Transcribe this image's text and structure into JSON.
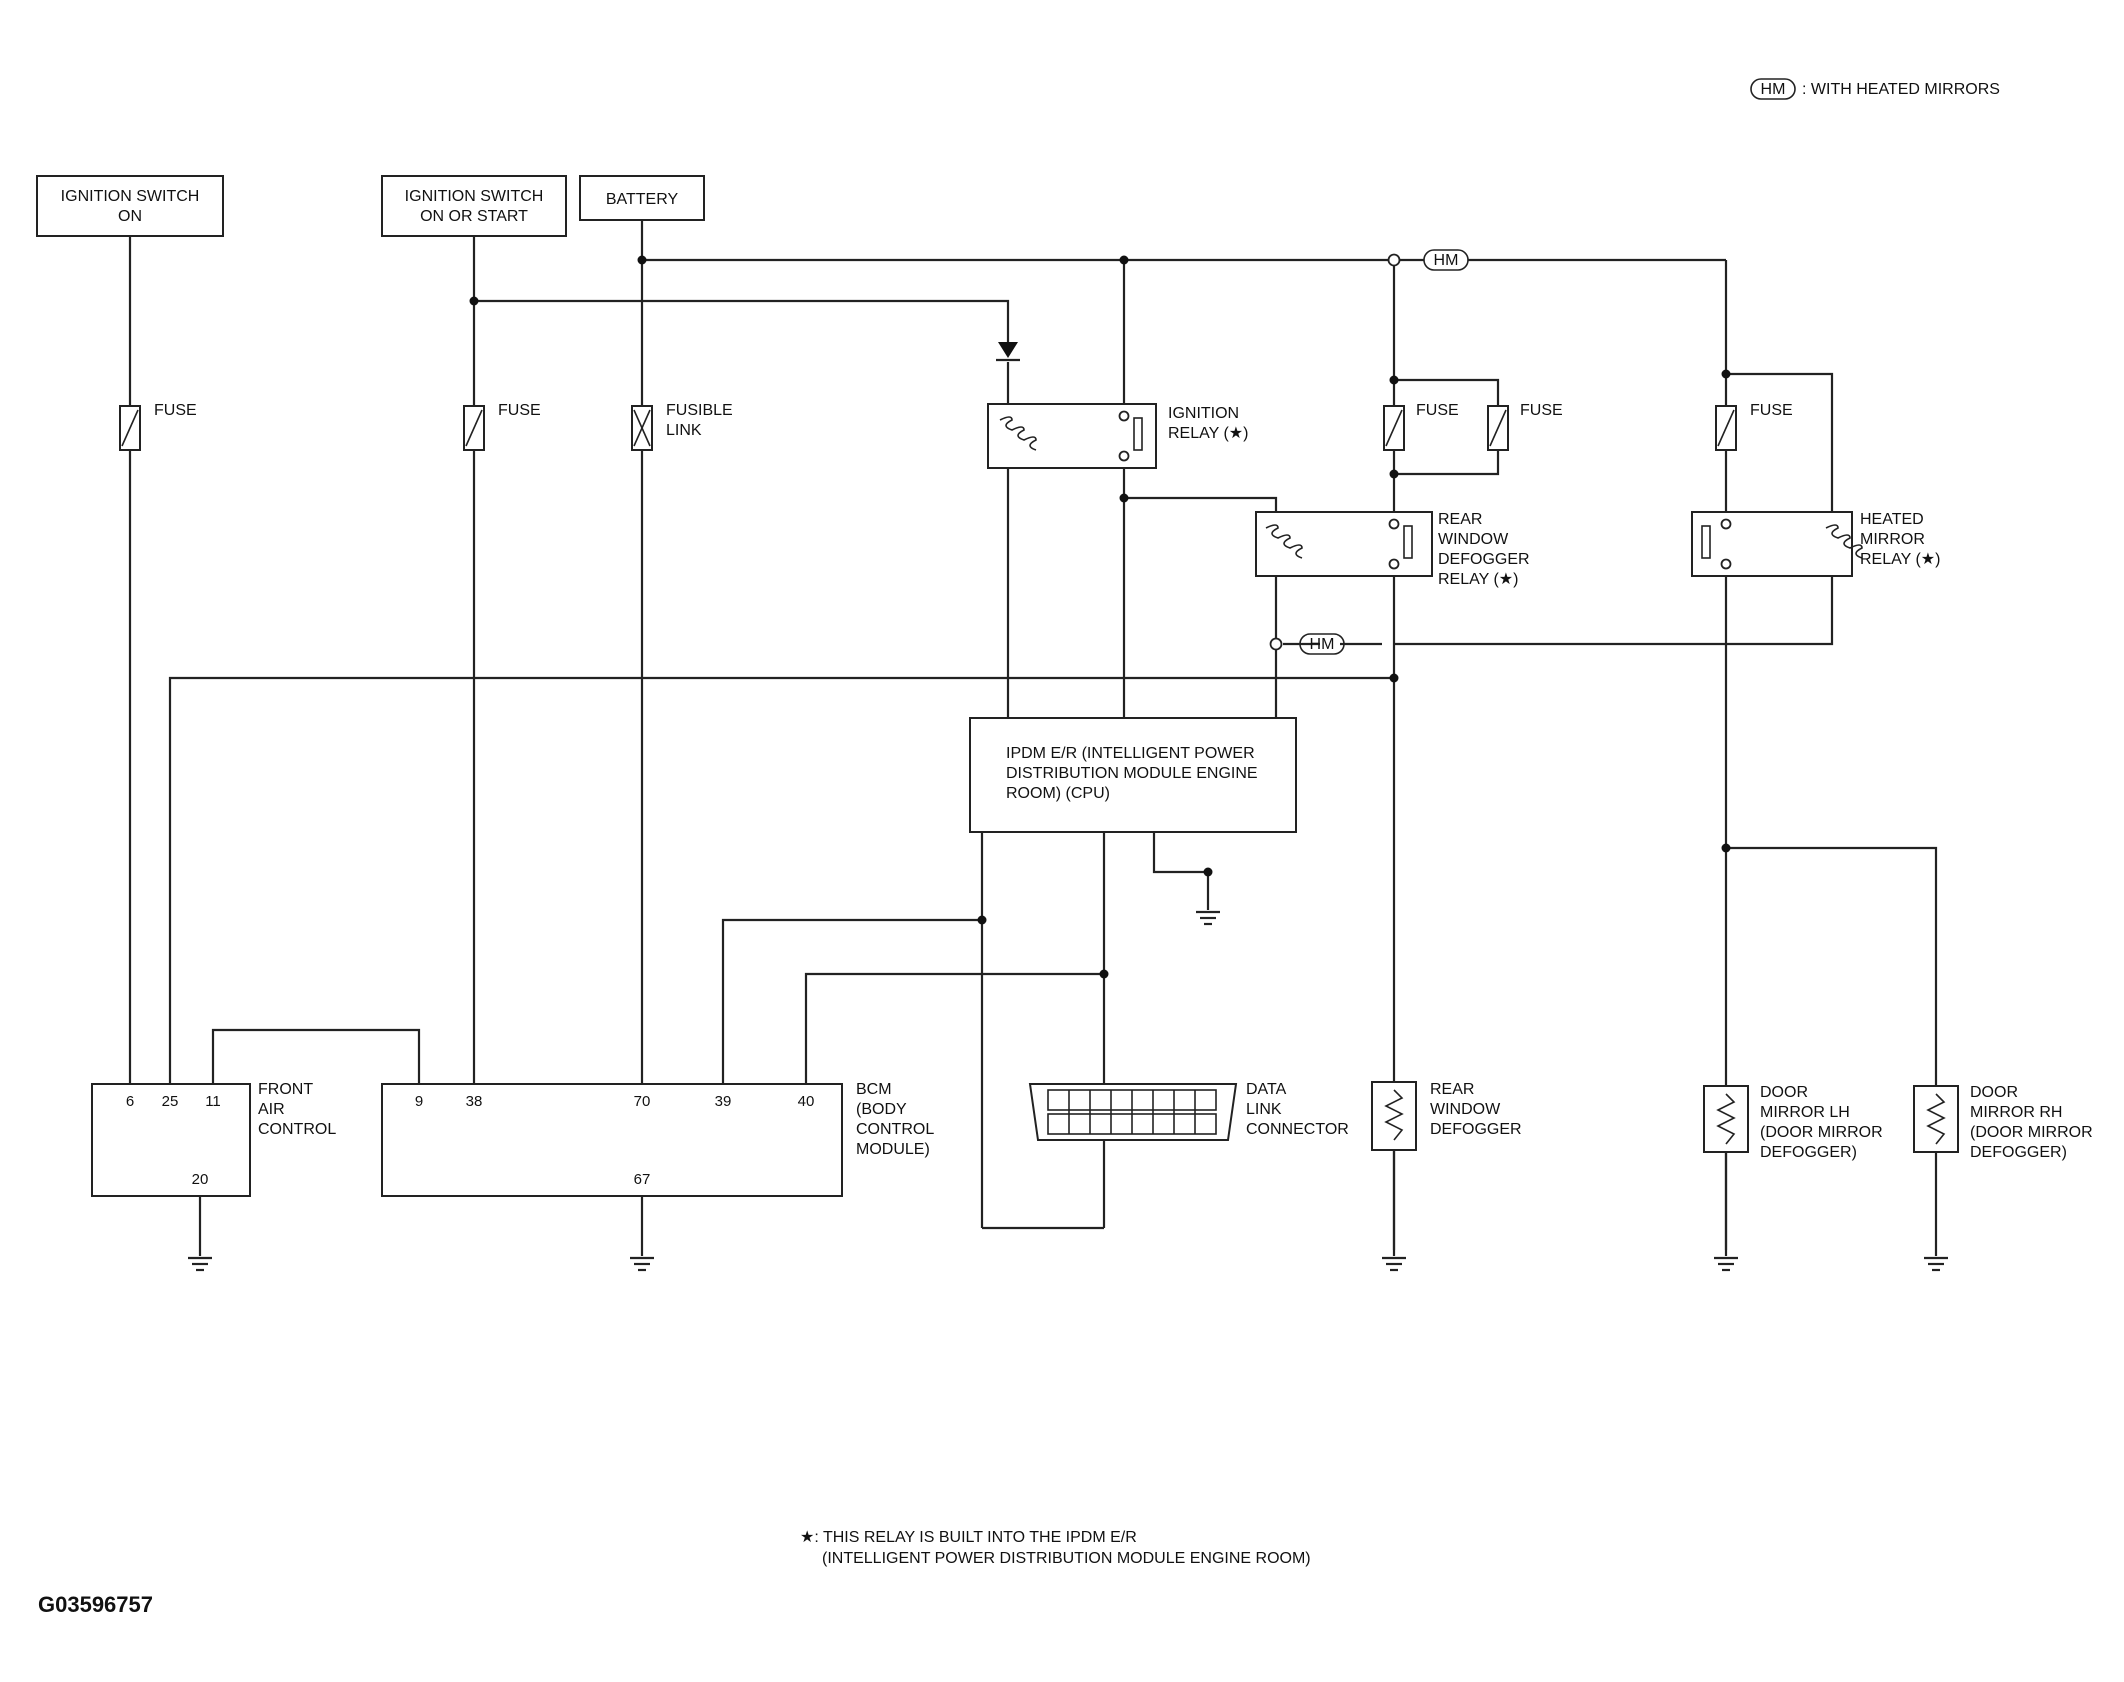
{
  "legend": {
    "hm_symbol": "HM",
    "text": ": WITH HEATED MIRRORS"
  },
  "sources": {
    "ign_on": [
      "IGNITION SWITCH",
      "ON"
    ],
    "ign_start": [
      "IGNITION SWITCH",
      "ON OR START"
    ],
    "battery": "BATTERY"
  },
  "fuses": {
    "f1": "FUSE",
    "f2": "FUSE",
    "fusible": [
      "FUSIBLE",
      "LINK"
    ],
    "f4": "FUSE",
    "f5": "FUSE",
    "f6": "FUSE"
  },
  "relays": {
    "ignition": [
      "IGNITION",
      "RELAY (★)"
    ],
    "rear_defogger": [
      "REAR",
      "WINDOW",
      "DEFOGGER",
      "RELAY (★)"
    ],
    "heated_mirror": [
      "HEATED",
      "MIRROR",
      "RELAY (★)"
    ]
  },
  "ipdm": [
    "IPDM E/R (INTELLIGENT POWER",
    "DISTRIBUTION MODULE ENGINE",
    "ROOM) (CPU)"
  ],
  "hm_tags": [
    "HM",
    "HM"
  ],
  "front_air": {
    "label": [
      "FRONT",
      "AIR",
      "CONTROL"
    ],
    "pins": [
      "6",
      "25",
      "11"
    ],
    "ground_pin": "20"
  },
  "bcm": {
    "label": [
      "BCM",
      "(BODY",
      "CONTROL",
      "MODULE)"
    ],
    "pins": [
      "9",
      "38",
      "70",
      "39",
      "40"
    ],
    "ground_pin": "67"
  },
  "dlc": [
    "DATA",
    "LINK",
    "CONNECTOR"
  ],
  "loads": {
    "rear_defogger": [
      "REAR",
      "WINDOW",
      "DEFOGGER"
    ],
    "mirror_lh": [
      "DOOR",
      "MIRROR LH",
      "(DOOR MIRROR",
      "DEFOGGER)"
    ],
    "mirror_rh": [
      "DOOR",
      "MIRROR RH",
      "(DOOR MIRROR",
      "DEFOGGER)"
    ]
  },
  "footnote": [
    "★: THIS RELAY IS BUILT INTO THE IPDM E/R",
    "(INTELLIGENT POWER DISTRIBUTION MODULE ENGINE ROOM)"
  ],
  "figure_code": "G03596757"
}
